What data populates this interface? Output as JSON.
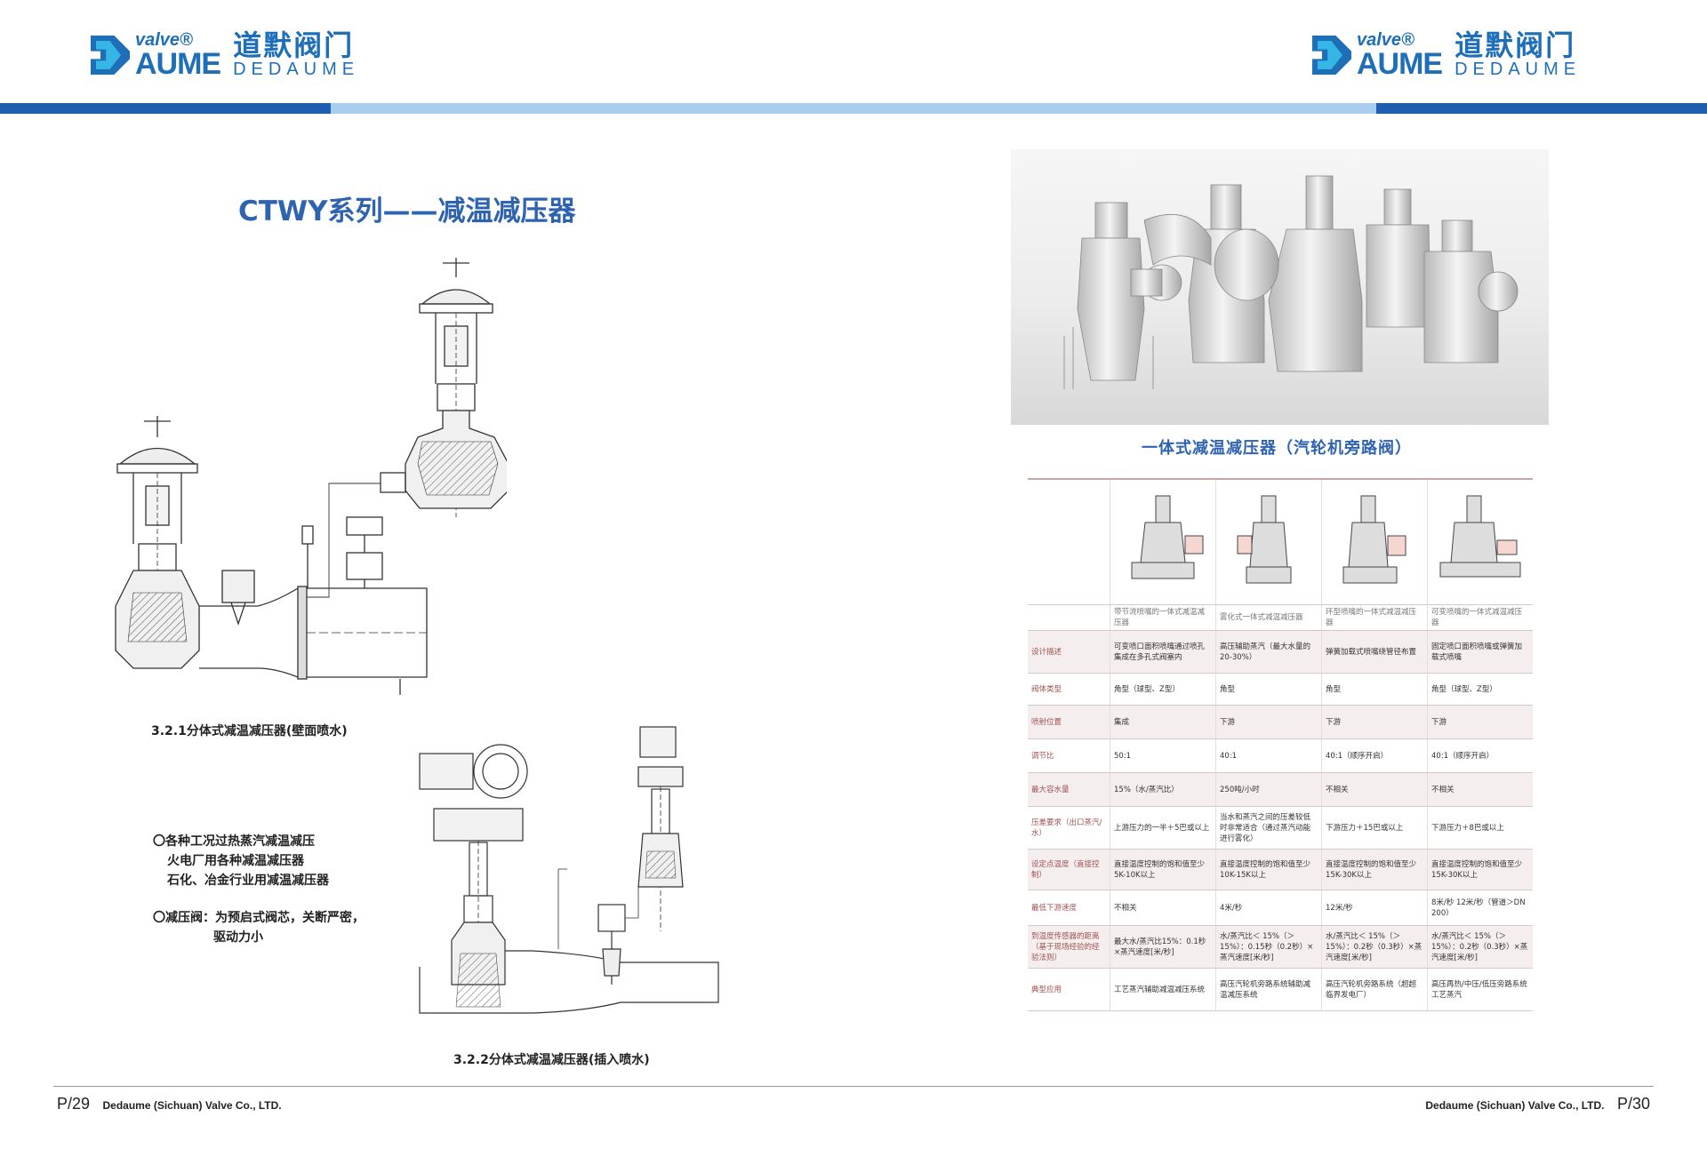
{
  "header": {
    "brand_valve": "valve",
    "brand_reg": "®",
    "brand_aume": "AUME",
    "brand_cn": "道默阀门",
    "brand_en": "DEDAUME",
    "colors": {
      "dark_blue": "#1f5faf",
      "light_blue": "#a8cdee",
      "cyan": "#36b6e6"
    }
  },
  "left_page": {
    "title": "CTWY系列——减温减压器",
    "caption_1": "3.2.1分体式减温减压器(壁面喷水)",
    "caption_2": "3.2.2分体式减温减压器(插入喷水)",
    "features": [
      "〇各种工况过热蒸汽减温减压",
      "火电厂用各种减温减压器",
      "石化、冶金行业用减温减压器",
      "〇减压阀：为预启式阀芯，关断严密，",
      "驱动力小"
    ],
    "footer_page": "P/29",
    "footer_company": "Dedaume (Sichuan) Valve Co., LTD."
  },
  "right_page": {
    "photo_caption": "一体式减温减压器（汽轮机旁路阀）",
    "table": {
      "type_names": [
        "带节流喷嘴的一体式减温减压器",
        "雾化式一体式减温减压器",
        "环型喷嘴的一体式减温减压器",
        "可变喷嘴的一体式减温减压器"
      ],
      "rows": [
        {
          "label": "设计描述",
          "cells": [
            "可变喷口面积喷嘴通过喷孔集成在多孔式阀塞内",
            "高压辅助蒸汽（最大水量的20-30%）",
            "弹簧加载式喷嘴绕管径布置",
            "固定喷口面积喷嘴或弹簧加载式喷嘴"
          ]
        },
        {
          "label": "阀体类型",
          "cells": [
            "角型（球型、Z型）",
            "角型",
            "角型",
            "角型（球型、Z型）"
          ]
        },
        {
          "label": "喷射位置",
          "cells": [
            "集成",
            "下游",
            "下游",
            "下游"
          ]
        },
        {
          "label": "调节比",
          "cells": [
            "50:1",
            "40:1",
            "40:1（顺序开启）",
            "40:1（顺序开启）"
          ]
        },
        {
          "label": "最大容水量",
          "cells": [
            "15%（水/蒸汽比）",
            "250吨/小时",
            "不相关",
            "不相关"
          ]
        },
        {
          "label": "压差要求（出口蒸汽/水）",
          "cells": [
            "上游压力的一半＋5巴或以上",
            "当水和蒸汽之间的压差较低时非常适合（通过蒸汽动能进行雾化）",
            "下游压力＋15巴或以上",
            "下游压力＋8巴或以上"
          ]
        },
        {
          "label": "设定点温度（直接控制）",
          "cells": [
            "直接温度控制的饱和值至少5K-10K以上",
            "直接温度控制的饱和值至少10K-15K以上",
            "直接温度控制的饱和值至少15K-30K以上",
            "直接温度控制的饱和值至少15K-30K以上"
          ]
        },
        {
          "label": "最低下游速度",
          "cells": [
            "不相关",
            "4米/秒",
            "12米/秒",
            "8米/秒 12米/秒（管道＞DN 200）"
          ]
        },
        {
          "label": "到温度传感器的距离（基于现场经验的经验法则）",
          "cells": [
            "最大水/蒸汽比15%：0.1秒×蒸汽速度[米/秒]",
            "水/蒸汽比＜ 15%（＞15%）：0.15秒（0.2秒）×蒸汽速度[米/秒]",
            "水/蒸汽比＜ 15%（＞15%）：0.2秒（0.3秒）×蒸汽速度[米/秒]",
            "水/蒸汽比＜ 15%（＞15%）：0.2秒（0.3秒）×蒸汽速度[米/秒]"
          ]
        },
        {
          "label": "典型应用",
          "cells": [
            "工艺蒸汽辅助减温减压系统",
            "高压汽轮机旁路系统辅助减温减压系统",
            "高压汽轮机旁路系统（超超临界发电厂）",
            "高压再热/中压/低压旁路系统工艺蒸汽"
          ]
        }
      ]
    },
    "footer_page": "P/30",
    "footer_company": "Dedaume (Sichuan) Valve Co., LTD."
  }
}
